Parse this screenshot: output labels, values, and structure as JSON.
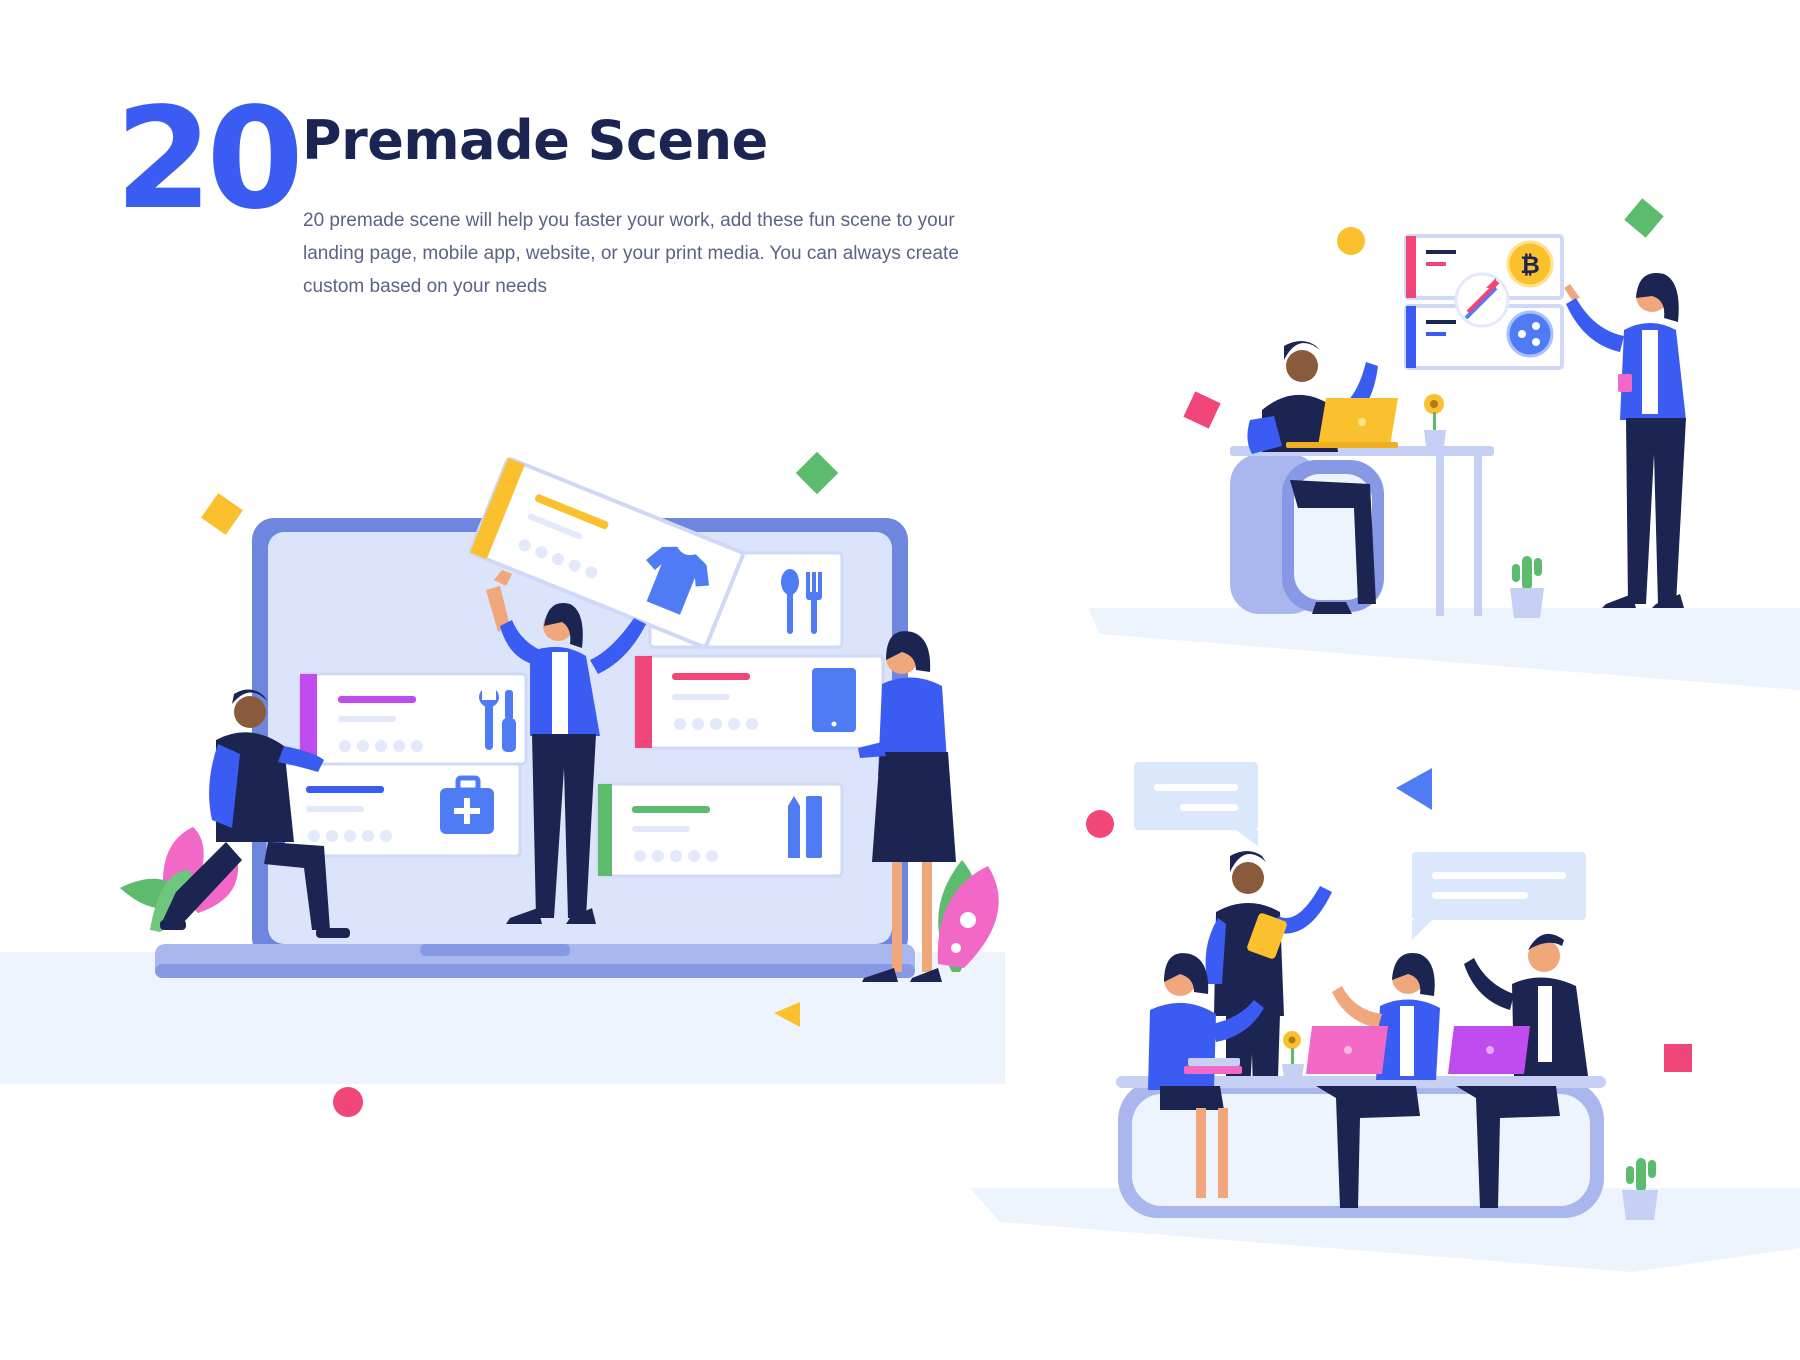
{
  "header": {
    "number": "20",
    "title": "Premade Scene",
    "description": "20 premade scene will help you faster your work, add these fun scene to your landing page, mobile app, website, or your print media. You can always create custom based on your needs"
  },
  "icons": {
    "scene1": [
      "tshirt-icon",
      "cutlery-icon",
      "tools-icon",
      "tablet-icon",
      "first-aid-kit-icon",
      "ruler-pencil-icon"
    ],
    "scene2": [
      "bitcoin-icon",
      "ripple-icon",
      "exchange-arrows-icon",
      "laptop-icon",
      "sunflower-icon",
      "cactus-icon"
    ],
    "scene3": [
      "chat-bubble-icon",
      "laptop-icon",
      "tablet-icon",
      "sunflower-icon",
      "cactus-icon"
    ]
  },
  "colors": {
    "accent_blue": "#3a5cf2",
    "navy": "#1c2551",
    "text_gray": "#5b6384",
    "floor": "#eef4fd",
    "yellow": "#fbc02d",
    "pink": "#f0467a",
    "green": "#5dbb6e",
    "purple": "#c04cf0"
  }
}
